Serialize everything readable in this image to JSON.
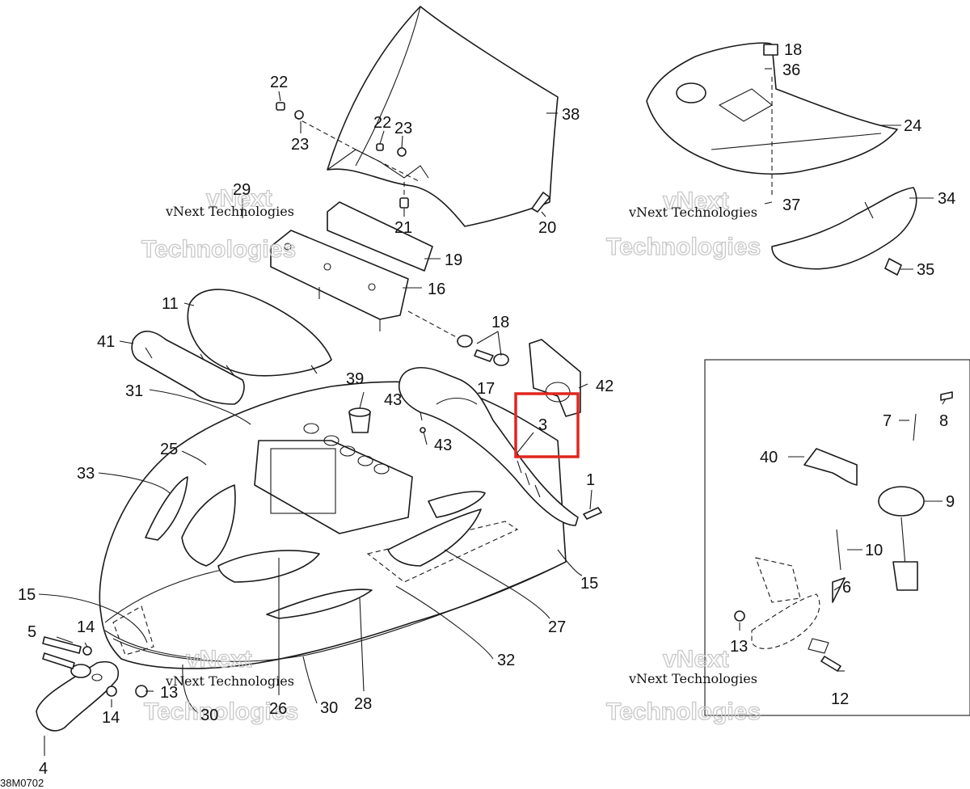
{
  "diagram_code": "38M0702",
  "watermark": {
    "line1": "vNext Technologies",
    "line2": "vNext",
    "line3": "Technologies"
  },
  "callouts": {
    "c1": "1",
    "c3": "3",
    "c4": "4",
    "c5": "5",
    "c6": "6",
    "c7": "7",
    "c8": "8",
    "c9": "9",
    "c10": "10",
    "c11": "11",
    "c12": "12",
    "c13a": "13",
    "c13b": "13",
    "c14a": "14",
    "c14b": "14",
    "c15a": "15",
    "c15b": "15",
    "c16": "16",
    "c17": "17",
    "c18a": "18",
    "c18b": "18",
    "c19": "19",
    "c20": "20",
    "c21": "21",
    "c22a": "22",
    "c22b": "22",
    "c23a": "23",
    "c23b": "23",
    "c24": "24",
    "c25": "25",
    "c26": "26",
    "c27": "27",
    "c28": "28",
    "c29": "29",
    "c30a": "30",
    "c30b": "30",
    "c31": "31",
    "c32": "32",
    "c33": "33",
    "c34": "34",
    "c35": "35",
    "c36": "36",
    "c37": "37",
    "c38": "38",
    "c39": "39",
    "c40": "40",
    "c41": "41",
    "c42": "42",
    "c43a": "43",
    "c43b": "43"
  },
  "highlight": {
    "part": "3",
    "color": "#e0261f"
  }
}
